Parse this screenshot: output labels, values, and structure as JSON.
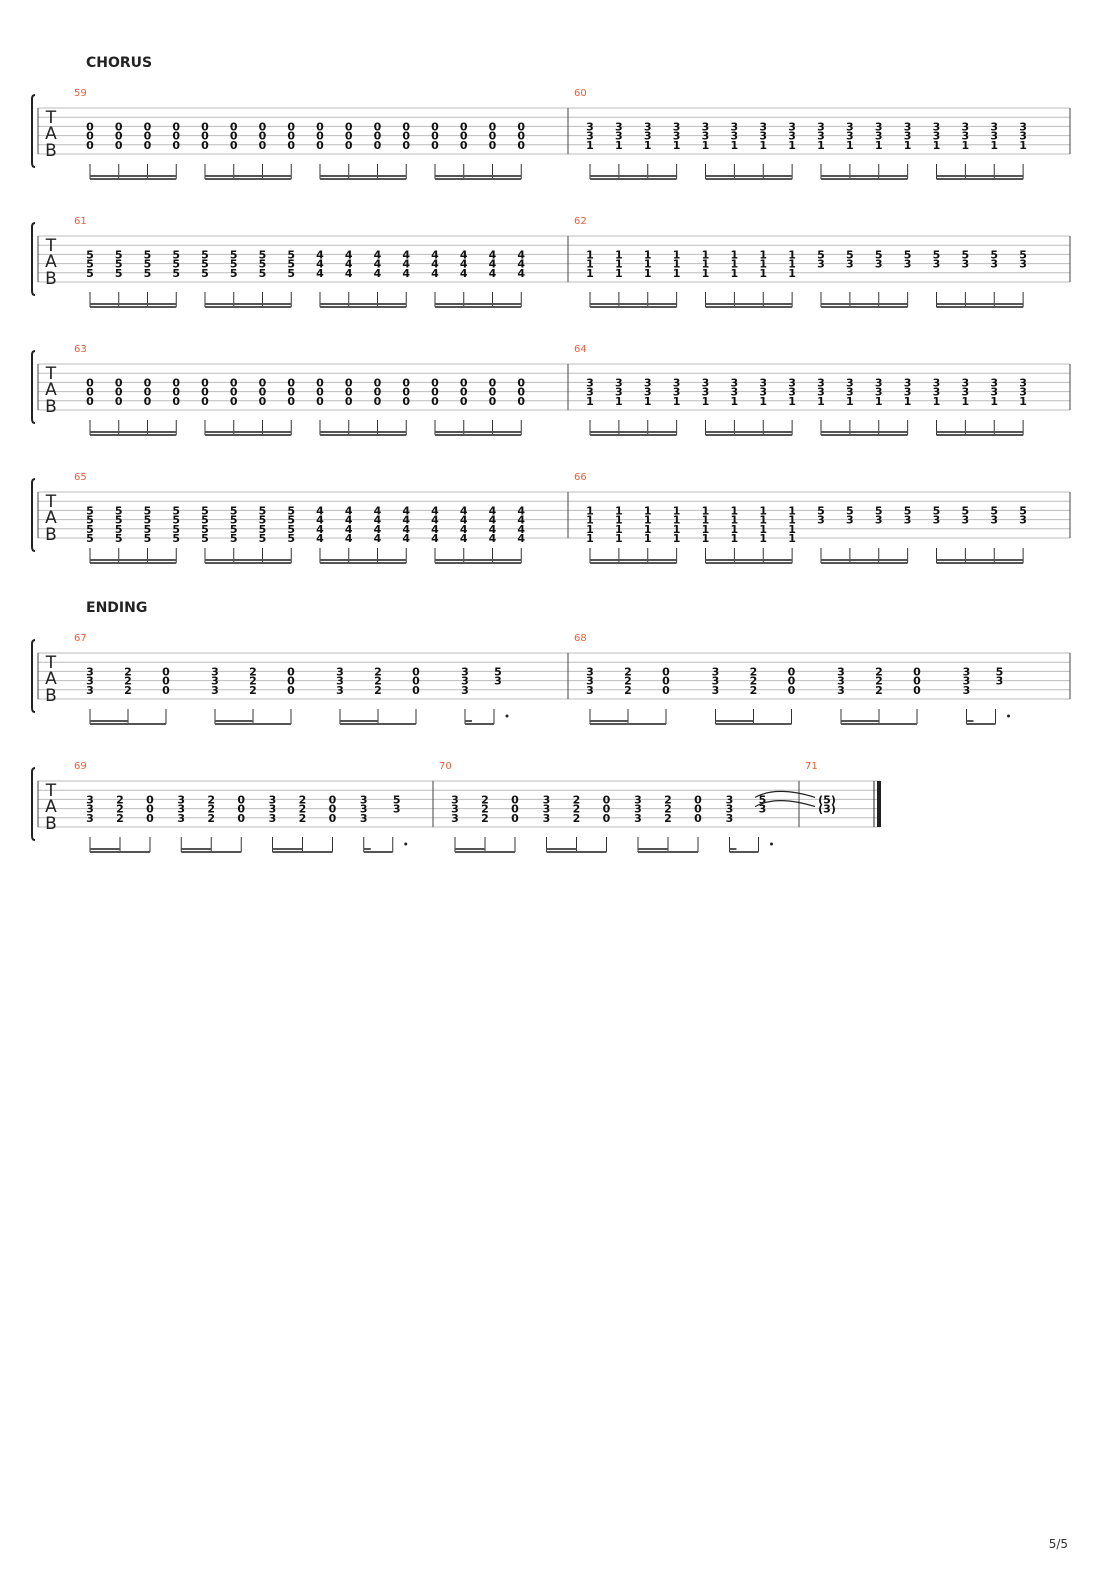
{
  "sections": [
    {
      "title": "CHORUS"
    },
    {
      "title": "ENDING"
    }
  ],
  "tab_clef": [
    "T",
    "A",
    "B"
  ],
  "colors": {
    "measure_number": "#e8603c",
    "ink": "#111111",
    "staff_line": "#bbbbbb"
  },
  "systems": [
    {
      "measures": [
        {
          "number": "59",
          "beats": [
            {
              "frets": [
                "0",
                "0",
                "0"
              ],
              "strings": [
                3,
                4,
                5
              ],
              "count": 16
            }
          ]
        },
        {
          "number": "60",
          "beats": [
            {
              "frets": [
                "3",
                "3",
                "1"
              ],
              "strings": [
                3,
                4,
                5
              ],
              "count": 16
            }
          ]
        }
      ]
    },
    {
      "measures": [
        {
          "number": "61",
          "beats": [
            {
              "frets": [
                "5",
                "5",
                "5"
              ],
              "strings": [
                3,
                4,
                5
              ],
              "count": 8
            },
            {
              "frets": [
                "4",
                "4",
                "4"
              ],
              "strings": [
                3,
                4,
                5
              ],
              "count": 8
            }
          ]
        },
        {
          "number": "62",
          "beats": [
            {
              "frets": [
                "1",
                "1",
                "1"
              ],
              "strings": [
                3,
                4,
                5
              ],
              "count": 8
            },
            {
              "frets": [
                "5",
                "3"
              ],
              "strings": [
                3,
                4
              ],
              "count": 8
            }
          ]
        }
      ]
    },
    {
      "measures": [
        {
          "number": "63",
          "beats": [
            {
              "frets": [
                "0",
                "0",
                "0"
              ],
              "strings": [
                3,
                4,
                5
              ],
              "count": 16
            }
          ]
        },
        {
          "number": "64",
          "beats": [
            {
              "frets": [
                "3",
                "3",
                "1"
              ],
              "strings": [
                3,
                4,
                5
              ],
              "count": 16
            }
          ]
        }
      ]
    },
    {
      "measures": [
        {
          "number": "65",
          "beats": [
            {
              "frets": [
                "5",
                "5",
                "5",
                "5"
              ],
              "strings": [
                3,
                4,
                5,
                6
              ],
              "count": 8
            },
            {
              "frets": [
                "4",
                "4",
                "4",
                "4"
              ],
              "strings": [
                3,
                4,
                5,
                6
              ],
              "count": 8
            }
          ]
        },
        {
          "number": "66",
          "beats": [
            {
              "frets": [
                "1",
                "1",
                "1",
                "1"
              ],
              "strings": [
                3,
                4,
                5,
                6
              ],
              "count": 8
            },
            {
              "frets": [
                "5",
                "3"
              ],
              "strings": [
                3,
                4
              ],
              "count": 8
            }
          ]
        }
      ]
    },
    {
      "measures": [
        {
          "number": "67",
          "pattern": [
            "3-3-3",
            "2-2-2",
            "0-0-0"
          ],
          "ending": [
            "3-3-3",
            "5-3"
          ]
        },
        {
          "number": "68",
          "pattern": [
            "3-3-3",
            "2-2-2",
            "0-0-0"
          ],
          "ending": [
            "3-3-3",
            "5-3"
          ]
        }
      ]
    },
    {
      "measures": [
        {
          "number": "69",
          "pattern": [
            "3-3-3",
            "2-2-2",
            "0-0-0"
          ],
          "ending": [
            "3-3-3",
            "5-3"
          ]
        },
        {
          "number": "70",
          "pattern": [
            "3-3-3",
            "2-2-2",
            "0-0-0"
          ],
          "ending": [
            "3-3-3",
            "5-3"
          ]
        },
        {
          "number": "71",
          "held": [
            "(5)",
            "(3)"
          ]
        }
      ]
    }
  ],
  "page_number": "5/5"
}
